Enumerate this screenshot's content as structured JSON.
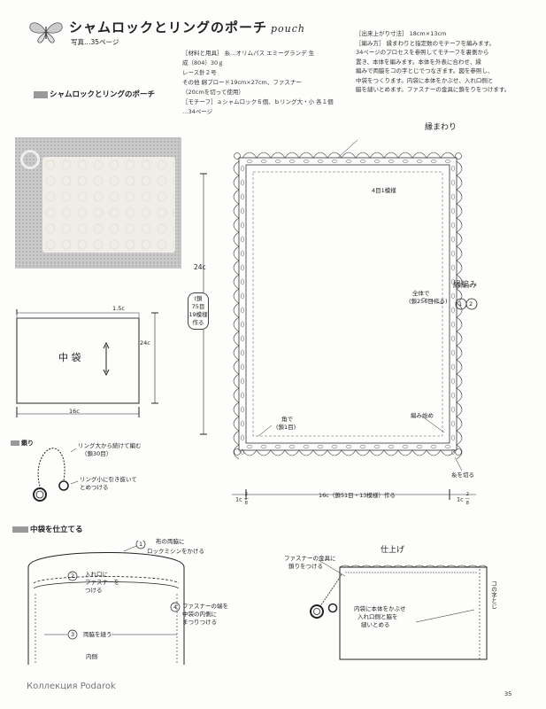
{
  "header": {
    "title": "シャムロックとリングのポーチ",
    "title_en": "pouch",
    "photo_ref": "写真…35ページ"
  },
  "materials": {
    "lines": [
      "［材料と用具］ 糸…オリムパス エミーグランデ 生",
      "成（804）30ｇ",
      "レース針２号",
      "その他 綿ブロード19cm×27cm、ファスナー",
      "（20cmを切って使用）",
      "［モチーフ］ａシャムロック６個、ｂリング大・小 各１個",
      "…34ページ"
    ]
  },
  "instructions": {
    "lines": [
      "［出来上がり寸法］ 18cm×13cm",
      "［編み方］ 縁まわりと指定数のモチーフを編みます。",
      "34ページのプロセスを参照してモチーフを裏側から",
      "置き、本体を編みます。本体を外表に合わせ、縁",
      "編みで両脇をコの字とじでつなぎます。図を参照し、",
      "中袋をつくります。内袋に本体をかぶせ、入れ口側と",
      "脇を縫いとめます。ファスナーの金具に鎖をりをつけます。"
    ]
  },
  "section_heading_1": "シャムロックとリングのポーチ",
  "chart_labels": {
    "edge": "縁まわり",
    "edge_knit": "縁編み",
    "row4": "4目1模様",
    "height": "24c",
    "height_detail": [
      "(鎖",
      "75目",
      "19模様",
      "作る"
    ],
    "whole": "全体で",
    "whole_count": "(鎖256目作る)",
    "corner": "角で",
    "corner_count": "(鎖1目)",
    "start": "編み始め",
    "cut": "糸を切る",
    "circle1": "1",
    "circle2": "2",
    "bottom_width": "16c（鎖51目・13模様）作る",
    "side_left": "1c",
    "side_right": "1c",
    "frac_num": "2",
    "frac_den": "8"
  },
  "inner_bag": {
    "label": "中 袋",
    "top_margin": "1.5c",
    "height": "24c",
    "width": "16c"
  },
  "ring_section": {
    "heading": "鎖り",
    "note1": "リング大から続けて編む",
    "note1b": "（鎖30目）",
    "note2": "リング小に引き抜いて",
    "note2b": "とめつける"
  },
  "assembly": {
    "heading": "中袋を仕立てる",
    "step1": "布の両脇に",
    "step1b": "ロックミシンをかける",
    "step2": "入れ口に",
    "step2b": "ファスナーを",
    "step2c": "つける",
    "step3": "両脇を縫う",
    "step4": "ファスナーの端を",
    "step4b": "中袋の内側に",
    "step4c": "まつりつける",
    "inside": "内側",
    "n1": "1",
    "n2": "2",
    "n3": "3",
    "n4": "4"
  },
  "finish": {
    "heading": "仕上げ",
    "note1": "ファスナーの金具に",
    "note1b": "鎖りをつける",
    "note2": "内袋に本体をかぶせ",
    "note2b": "入れ口側と脇を",
    "note2c": "縫いとめる",
    "side_label": "コの字とじ"
  },
  "footer": {
    "watermark": "Коллекция Podarok",
    "page": "35"
  }
}
